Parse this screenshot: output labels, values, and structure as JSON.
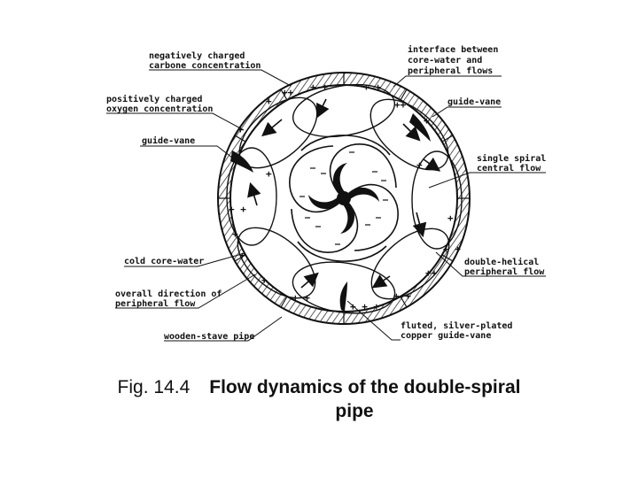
{
  "figure": {
    "caption_number": "Fig. 14.4",
    "caption_title_line1": "Flow dynamics of the double-spiral",
    "caption_title_line2": "pipe"
  },
  "labels": {
    "neg_charged_1": "negatively charged",
    "neg_charged_2": "carbone concentration",
    "interface_1": "interface between",
    "interface_2": "core-water and",
    "interface_3": "peripheral flows",
    "pos_charged_1": "positively charged",
    "pos_charged_2": "oxygen concentration",
    "guide_vane_right": "guide-vane",
    "guide_vane_left": "guide-vane",
    "single_spiral_1": "single spiral",
    "single_spiral_2": "central flow",
    "cold_core": "cold core-water",
    "double_helical_1": "double-helical",
    "double_helical_2": "peripheral flow",
    "overall_dir_1": "overall direction of",
    "overall_dir_2": "peripheral flow",
    "fluted_1": "fluted, silver-plated",
    "fluted_2": "copper guide-vane",
    "wooden_pipe": "wooden-stave pipe"
  }
}
